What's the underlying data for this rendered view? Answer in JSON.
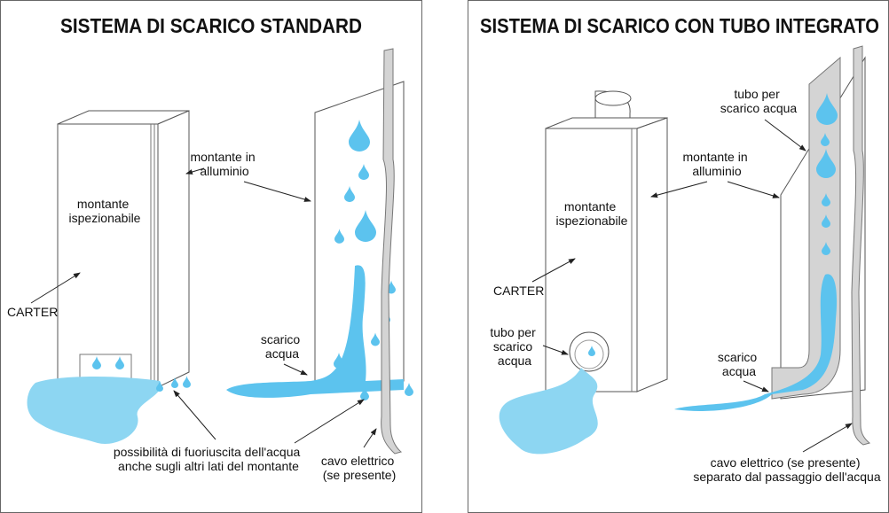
{
  "left_panel": {
    "title": "SISTEMA DI SCARICO STANDARD",
    "labels": {
      "montante_alluminio": [
        "montante in",
        "alluminio"
      ],
      "montante_ispezionabile": [
        "montante",
        "ispezionabile"
      ],
      "carter": "CARTER",
      "scarico_acqua": [
        "scarico",
        "acqua"
      ],
      "fuoriuscita": [
        "possibilità di fuoriuscita dell'acqua",
        "anche sugli altri lati del montante"
      ],
      "cavo": [
        "cavo elettrico",
        "(se presente)"
      ]
    }
  },
  "right_panel": {
    "title": "SISTEMA DI SCARICO CON TUBO INTEGRATO",
    "labels": {
      "tubo_top": [
        "tubo per",
        "scarico acqua"
      ],
      "montante_alluminio": [
        "montante in",
        "alluminio"
      ],
      "montante_ispezionabile": [
        "montante",
        "ispezionabile"
      ],
      "carter": "CARTER",
      "tubo_side": [
        "tubo per",
        "scarico",
        "acqua"
      ],
      "scarico_acqua": [
        "scarico",
        "acqua"
      ],
      "cavo": [
        "cavo elettrico (se presente)",
        "separato dal passaggio dell'acqua"
      ]
    }
  },
  "colors": {
    "water": "#5cc3ee",
    "pipe": "#d4d4d4"
  }
}
